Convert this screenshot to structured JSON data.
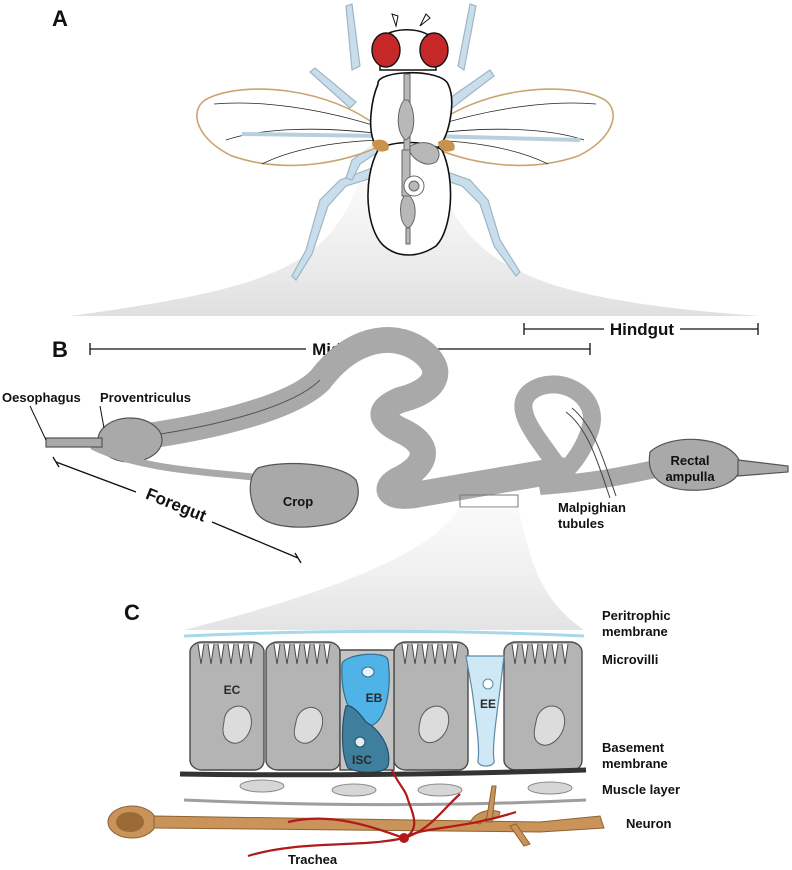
{
  "panels": {
    "a": "A",
    "b": "B",
    "c": "C"
  },
  "gut": {
    "midgut": "Midgut",
    "hindgut": "Hindgut",
    "foregut": "Foregut",
    "oesophagus": "Oesophagus",
    "proventriculus": "Proventriculus",
    "crop": "Crop",
    "rectal_ampulla_line1": "Rectal",
    "rectal_ampulla_line2": "ampulla",
    "malpighian_line1": "Malpighian",
    "malpighian_line2": "tubules"
  },
  "epithelium": {
    "peritrophic_line1": "Peritrophic",
    "peritrophic_line2": "membrane",
    "microvilli": "Microvilli",
    "basement_line1": "Basement",
    "basement_line2": "membrane",
    "muscle_layer": "Muscle layer",
    "neuron": "Neuron",
    "trachea": "Trachea",
    "cells": {
      "ec": "EC",
      "eb": "EB",
      "isc": "ISC",
      "ee": "EE"
    }
  },
  "colors": {
    "gut_fill": "#a9a9a9",
    "cell_fill": "#b3b3b3",
    "eb": "#4fb3e8",
    "isc": "#3f7f9e",
    "ee": "#cfe8f6",
    "neuron": "#c9935a",
    "trachea": "#b11a1a",
    "eye": "#c62828",
    "wing_edge": "#caa46a",
    "leg": "#b9d7ea"
  }
}
